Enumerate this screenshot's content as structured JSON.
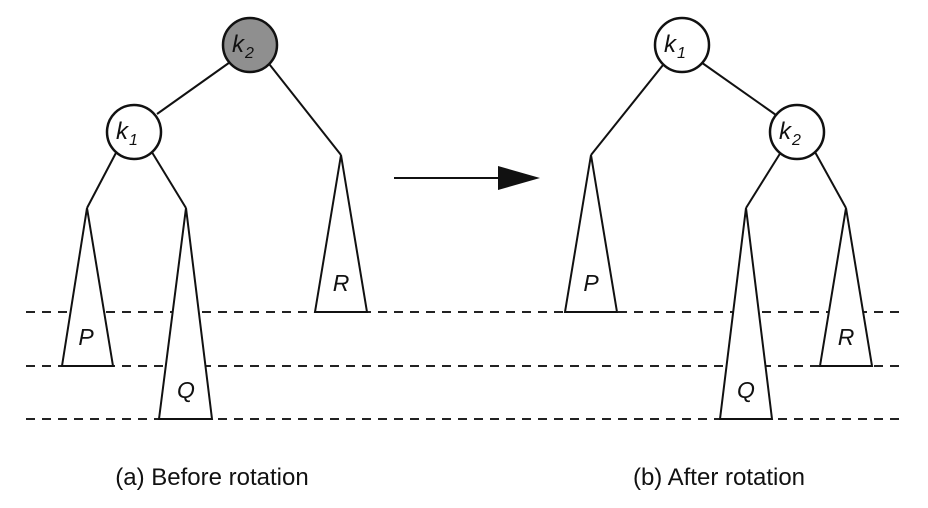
{
  "colors": {
    "highlight_node": "#8f8f8f",
    "normal_node": "#ffffff"
  },
  "before": {
    "caption": "(a) Before rotation",
    "root": {
      "letter": "k",
      "sub": "2"
    },
    "child": {
      "letter": "k",
      "sub": "1"
    },
    "subtrees": [
      "P",
      "Q",
      "R"
    ]
  },
  "after": {
    "caption": "(b) After rotation",
    "root": {
      "letter": "k",
      "sub": "1"
    },
    "child": {
      "letter": "k",
      "sub": "2"
    },
    "subtrees": [
      "P",
      "Q",
      "R"
    ]
  }
}
